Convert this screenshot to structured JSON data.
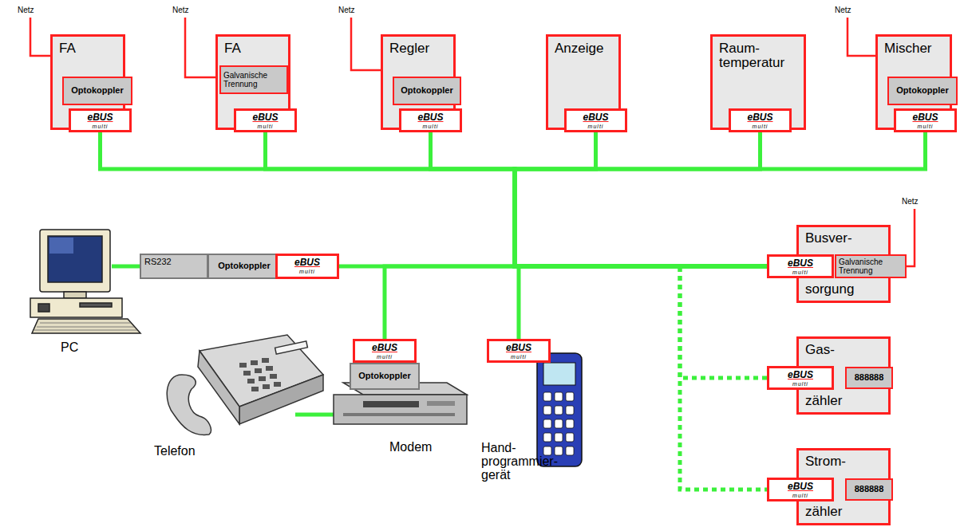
{
  "diagram": {
    "nodes": [
      {
        "text": [
          "FA"
        ]
      },
      {
        "text": [
          "Optokoppler"
        ],
        "in": 0
      },
      {
        "text": [
          "eBUS",
          "multi"
        ],
        "in": 0
      },
      {
        "text": [
          "FA"
        ]
      },
      {
        "text": [
          "Galvanische Trennung"
        ],
        "in": 3
      },
      {
        "text": [
          "eBUS",
          "multi"
        ],
        "in": 3
      },
      {
        "text": [
          "Regler"
        ]
      },
      {
        "text": [
          "Optokoppler"
        ],
        "in": 6
      },
      {
        "text": [
          "eBUS",
          "multi"
        ],
        "in": 6
      },
      {
        "text": [
          "Anzeige"
        ]
      },
      {
        "text": [
          "eBUS",
          "multi"
        ],
        "in": 9
      },
      {
        "text": [
          "Raum- temperatur"
        ]
      },
      {
        "text": [
          "eBUS",
          "multi"
        ],
        "in": 11
      },
      {
        "text": [
          "Mischer"
        ]
      },
      {
        "text": [
          "Optokoppler"
        ],
        "in": 13
      },
      {
        "text": [
          "eBUS",
          "multi"
        ],
        "in": 13
      },
      {
        "text": [
          "RS232"
        ]
      },
      {
        "text": [
          "Optokoppler"
        ]
      },
      {
        "text": [
          "eBUS",
          "multi"
        ]
      },
      {
        "text": [
          "Busver-",
          "sorgung"
        ]
      },
      {
        "text": [
          "eBUS",
          "multi"
        ],
        "in": 19
      },
      {
        "text": [
          "Galvanische Trennung"
        ],
        "in": 19
      },
      {
        "text": [
          "eBUS",
          "multi"
        ]
      },
      {
        "text": [
          "Optokoppler"
        ]
      },
      {
        "text": [
          "eBUS",
          "multi"
        ]
      },
      {
        "text": [
          "Gas-",
          "zähler"
        ]
      },
      {
        "text": [
          "eBUS",
          "multi"
        ],
        "in": 25
      },
      {
        "text": [
          "888888"
        ],
        "in": 25
      },
      {
        "text": [
          "Strom-",
          "zähler"
        ]
      },
      {
        "text": [
          "eBUS",
          "multi"
        ],
        "in": 28
      },
      {
        "text": [
          "888888"
        ],
        "in": 28
      }
    ],
    "edges": [
      {
        "from": 20,
        "to": 2,
        "arrow": "none"
      },
      {
        "from": 20,
        "to": 5,
        "arrow": "none"
      },
      {
        "from": 20,
        "to": 8,
        "arrow": "none"
      },
      {
        "from": 20,
        "to": 10,
        "arrow": "none"
      },
      {
        "from": 20,
        "to": 12,
        "arrow": "none"
      },
      {
        "from": 20,
        "to": 15,
        "arrow": "none"
      },
      {
        "from": 20,
        "to": 18,
        "arrow": "none"
      },
      {
        "from": 20,
        "to": 22,
        "arrow": "none"
      },
      {
        "from": 20,
        "to": 24,
        "arrow": "none"
      },
      {
        "from": 20,
        "to": 26,
        "arrow": "none"
      },
      {
        "from": 20,
        "to": 29,
        "arrow": "none"
      }
    ],
    "labels": [
      "Netz",
      "Netz",
      "Netz",
      "Netz",
      "Netz",
      "PC",
      "Telefon",
      "Modem",
      "Hand- programmier- gerät"
    ]
  }
}
